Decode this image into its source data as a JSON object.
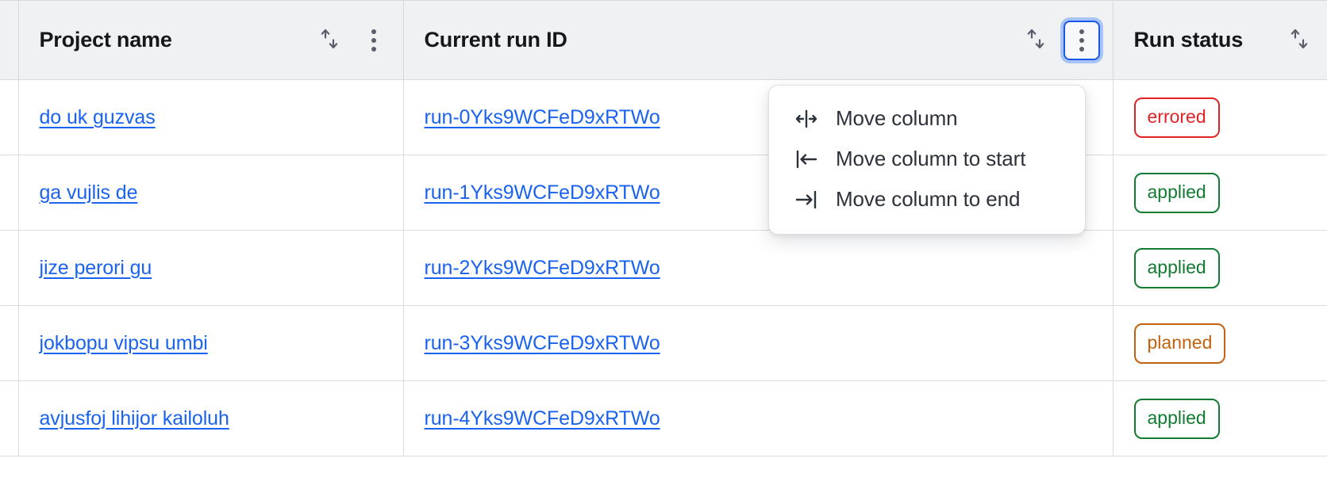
{
  "table": {
    "columns": [
      {
        "key": "gutter",
        "label": "",
        "sortable": false,
        "menu": false
      },
      {
        "key": "project_name",
        "label": "Project name",
        "sortable": true,
        "menu": true,
        "sort_icon": "sort-updown-icon",
        "menu_icon": "kebab-menu-icon",
        "menu_focused": false
      },
      {
        "key": "current_run_id",
        "label": "Current run ID",
        "sortable": true,
        "menu": true,
        "sort_icon": "sort-updown-icon",
        "menu_icon": "kebab-menu-icon",
        "menu_focused": true
      },
      {
        "key": "run_status",
        "label": "Run status",
        "sortable": true,
        "menu": false,
        "sort_icon": "sort-updown-icon"
      }
    ],
    "rows": [
      {
        "project_name": "do uk guzvas",
        "current_run_id": "run-0Yks9WCFeD9xRTWo",
        "run_status": "errored",
        "status_kind": "errored"
      },
      {
        "project_name": "ga vujlis de",
        "current_run_id": "run-1Yks9WCFeD9xRTWo",
        "run_status": "applied",
        "status_kind": "applied"
      },
      {
        "project_name": "jize perori gu",
        "current_run_id": "run-2Yks9WCFeD9xRTWo",
        "run_status": "applied",
        "status_kind": "applied"
      },
      {
        "project_name": "jokbopu vipsu umbi",
        "current_run_id": "run-3Yks9WCFeD9xRTWo",
        "run_status": "planned",
        "status_kind": "planned"
      },
      {
        "project_name": "avjusfoj lihijor kailoluh",
        "current_run_id": "run-4Yks9WCFeD9xRTWo",
        "run_status": "applied",
        "status_kind": "applied"
      }
    ]
  },
  "column_menu": {
    "open_for_column": "Current run ID",
    "items": [
      {
        "label": "Move column",
        "icon": "move-column-horizontal-icon"
      },
      {
        "label": "Move column to start",
        "icon": "move-column-to-start-icon"
      },
      {
        "label": "Move column to end",
        "icon": "move-column-to-end-icon"
      }
    ]
  },
  "colors": {
    "link": "#1A62F0",
    "header_bg": "#EFF1F3",
    "border": "#D9DDE2",
    "focus_ring": "#A8C3F7",
    "focus_border": "#1A57E8",
    "status_errored": "#E02424",
    "status_applied": "#117B32",
    "status_planned": "#C2620F"
  }
}
